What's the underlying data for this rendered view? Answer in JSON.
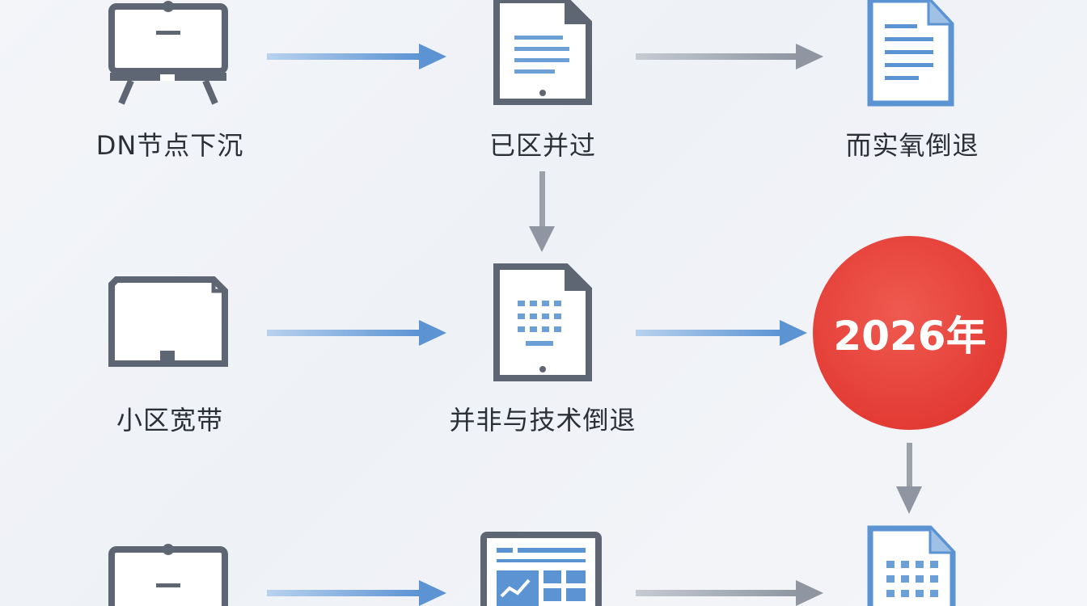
{
  "colors": {
    "icon_gray": "#5f6673",
    "accent_blue": "#5b93d3",
    "arrow_gray": "#9aa1ab",
    "badge_red": "#e33c35"
  },
  "nodes": [
    {
      "id": "cdn",
      "label": "DN节点下沉",
      "icon": "monitor-icon"
    },
    {
      "id": "merged",
      "label": "已区并过",
      "icon": "tablet-document-icon"
    },
    {
      "id": "oxygen",
      "label": "而实氧倒退",
      "icon": "document-icon"
    },
    {
      "id": "broadband",
      "label": "小区宽带",
      "icon": "tv-icon"
    },
    {
      "id": "not-regress",
      "label": "并非与技术倒退",
      "icon": "tablet-grid-icon"
    },
    {
      "id": "monitor-bottom",
      "label": "",
      "icon": "monitor-icon"
    },
    {
      "id": "dashboard",
      "label": "",
      "icon": "dashboard-icon"
    },
    {
      "id": "spreadsheet",
      "label": "",
      "icon": "spreadsheet-icon"
    }
  ],
  "badge": {
    "text": "2026年"
  }
}
